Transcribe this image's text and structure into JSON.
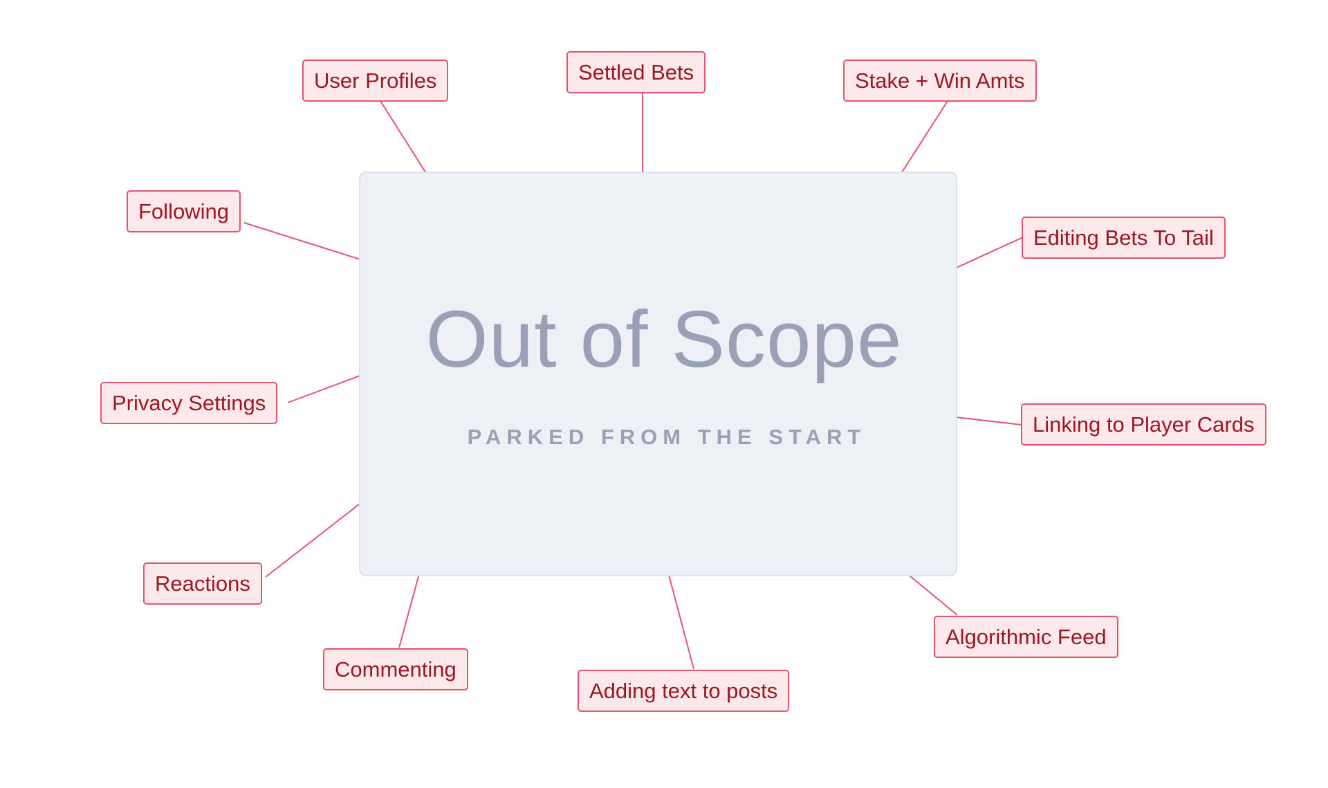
{
  "scope": {
    "title": "Out of Scope",
    "subtitle": "PARKED FROM THE START"
  },
  "tags": [
    {
      "id": "user-profiles",
      "label": "User Profiles"
    },
    {
      "id": "settled-bets",
      "label": "Settled Bets"
    },
    {
      "id": "stake-win-amts",
      "label": "Stake + Win Amts"
    },
    {
      "id": "following",
      "label": "Following"
    },
    {
      "id": "editing-bets-to-tail",
      "label": "Editing Bets To Tail"
    },
    {
      "id": "privacy-settings",
      "label": "Privacy Settings"
    },
    {
      "id": "linking-to-player-cards",
      "label": "Linking to Player Cards"
    },
    {
      "id": "reactions",
      "label": "Reactions"
    },
    {
      "id": "algorithmic-feed",
      "label": "Algorithmic Feed"
    },
    {
      "id": "commenting",
      "label": "Commenting"
    },
    {
      "id": "adding-text-to-posts",
      "label": "Adding text to posts"
    }
  ],
  "colors": {
    "tag_fill": "#fde8ec",
    "tag_border": "#e2566f",
    "tag_text": "#9d1722",
    "connector": "#e2566f",
    "box_fill": "#edf0f5",
    "box_border": "#dde1e8",
    "box_text": "#9aa1b6"
  }
}
